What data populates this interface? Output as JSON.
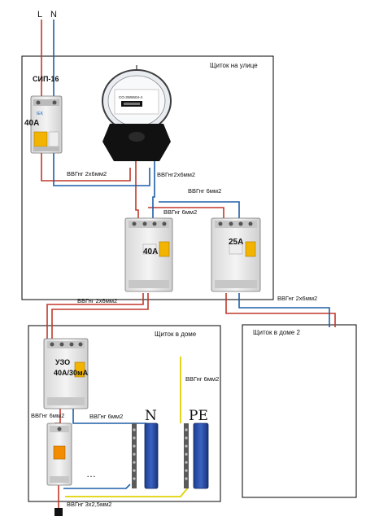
{
  "terminals": {
    "line": "L",
    "neutral": "N"
  },
  "panels": {
    "outdoor": {
      "title": "Щиток на улице"
    },
    "house": {
      "title": "Щиток в доме"
    },
    "house2": {
      "title": "Щиток в доме 2"
    }
  },
  "devices": {
    "main_breaker": {
      "cable_label": "СИП-16",
      "rating": "40А",
      "brand": "IEK"
    },
    "meter": {
      "model": "CO-3W6504-4"
    },
    "rcd_outdoor_1": {
      "rating": "40А"
    },
    "rcd_outdoor_2": {
      "rating": "25А"
    },
    "rcd_house": {
      "name": "УЗО",
      "rating": "40А/30мА"
    }
  },
  "cables": {
    "breaker_to_meter": "ВВГнг 2х6мм2",
    "meter_out": "ВВГнг2х6мм2",
    "to_rcd2_a": "ВВГнг 6мм2",
    "to_rcd2_b": "ВВГнг 6мм2",
    "to_house": "ВВГнг 2х6мм2",
    "to_house2": "ВВГнг 2х6мм2",
    "rcd_to_breakers": "ВВГнг 6мм2",
    "neutral_link": "ВВГнг 6мм2",
    "pe_link": "ВВГнг 6мм2",
    "ground": "ВВГнг 3х2,5мм2"
  },
  "buses": {
    "neutral": "N",
    "pe": "PE"
  },
  "ellipsis": "…",
  "colors": {
    "phase": "#c0392b",
    "neutral": "#1f5fa8",
    "pe": "#e0d200",
    "frame": "#000000"
  }
}
